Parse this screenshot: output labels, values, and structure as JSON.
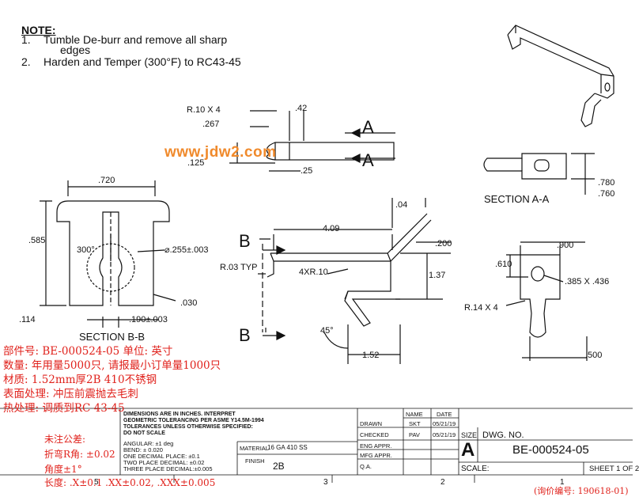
{
  "notes": {
    "title": "NOTE:",
    "items": [
      {
        "num": "1.",
        "text": "Tumble De-burr and remove all sharp",
        "cont": "edges"
      },
      {
        "num": "2.",
        "text": "Harden and Temper (300°F) to RC43-45"
      }
    ]
  },
  "dims": {
    "r10x4": "R.10 X 4",
    "d42": ".42",
    "d267": ".267",
    "d125": ".125",
    "d25": ".25",
    "d720": ".720",
    "d585": ".585",
    "deg300": "300°",
    "dia255": "⌀.255±.003",
    "d030": ".030",
    "d114": ".114",
    "d190": ".190±.003",
    "d409": "4.09",
    "d04": ".04",
    "d200": ".200",
    "r03": "R.03 TYP",
    "r4x10": "4XR.10",
    "d137": "1.37",
    "deg45": "45°",
    "d152": "1.52",
    "d780": ".780",
    "d760": ".760",
    "d900": ".900",
    "d610": ".610",
    "d385": ".385 X .436",
    "r14x4": "R.14 X 4",
    "d500": ".500"
  },
  "section_labels": {
    "aa": "SECTION A-A",
    "bb": "SECTION B-B",
    "a": "A",
    "b": "B"
  },
  "watermark": "www.jdw2.com",
  "chinese_info": [
    "部件号:  BE-000524-05         单位: 英寸",
    "数量: 年用量5000只, 请报最小订单量1000只",
    "材质: 1.52mm厚2B 410不锈钢",
    "表面处理: 冲压前震抛去毛刺",
    "热处理: 调质到RC 43-45"
  ],
  "tolerance_cn": {
    "title": "未注公差:",
    "bend": "折弯R角: ±0.02",
    "angle": "角度±1°",
    "length": "长度: .X±0.1    .XX±0.02, .XXX±0.005"
  },
  "title_block": {
    "spec": [
      "DIMENSIONS ARE IN INCHES. INTERPRET",
      "GEOMETRIC TOLERANCING PER ASME Y14.5M-1994",
      "TOLERANCES UNLESS OTHERWISE SPECIFIED:",
      "DO NOT SCALE"
    ],
    "tol": [
      "ANGULAR: ±1 deg",
      "BEND: ± 0.020",
      "ONE DECIMAL PLACE: ±0.1",
      "TWO PLACE DECIMAL: ±0.02",
      "THREE PLACE DECIMAL:±0.005"
    ],
    "name_hdr": "NAME",
    "date_hdr": "DATE",
    "rows": [
      {
        "label": "DRAWN",
        "name": "SKT",
        "date": "05/21/19"
      },
      {
        "label": "CHECKED",
        "name": "PAV",
        "date": "05/21/19"
      },
      {
        "label": "ENG APPR.",
        "name": "",
        "date": ""
      },
      {
        "label": "MFG APPR.",
        "name": "",
        "date": ""
      },
      {
        "label": "Q.A.",
        "name": "",
        "date": ""
      }
    ],
    "material_label": "MATERIAL",
    "material": "16 GA 410 SS",
    "finish_label": "FINISH",
    "finish": "2B",
    "size_label": "SIZE",
    "size": "A",
    "dwg_label": "DWG.  NO.",
    "dwg_no": "BE-000524-05",
    "scale_label": "SCALE:",
    "sheet": "SHEET 1 OF 2"
  },
  "zones": [
    "5",
    "3",
    "2",
    "1"
  ],
  "inquiry": "(询价编号: 190618-01)"
}
